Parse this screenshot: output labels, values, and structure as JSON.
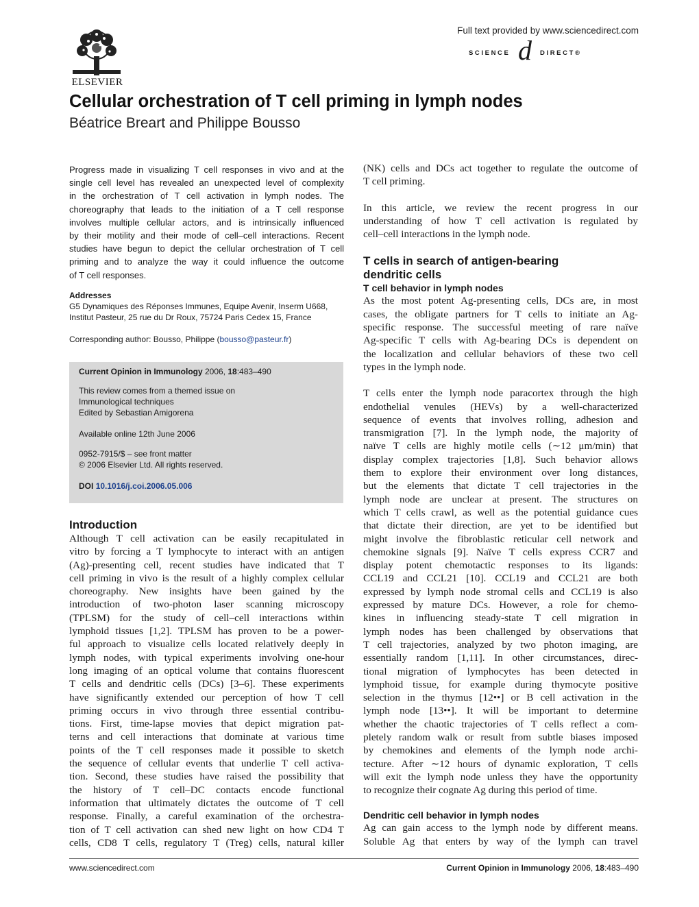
{
  "header": {
    "publisher": "ELSEVIER",
    "fulltext_note": "Full text provided by www.sciencedirect.com",
    "sd_logo_left": "SCIENCE",
    "sd_logo_at": "d",
    "sd_logo_right": "DIRECT®"
  },
  "article": {
    "title": "Cellular orchestration of T cell priming in lymph nodes",
    "authors": "Béatrice Breart and Philippe Bousso"
  },
  "abstract_lines": [
    "Progress made in visualizing T cell responses in vivo and at the",
    "single cell level has revealed an unexpected level of complexity",
    "in the orchestration of T cell activation in lymph nodes. The",
    "choreography that leads to the initiation of a T cell response",
    "involves multiple cellular actors, and is intrinsically influenced",
    "by their motility and their mode of cell–cell interactions. Recent",
    "studies have begun to depict the cellular orchestration of T cell",
    "priming and to analyze the way it could influence the outcome",
    "of T cell responses."
  ],
  "addresses": {
    "heading": "Addresses",
    "line1": "G5 Dynamiques des Réponses Immunes, Equipe Avenir, Inserm U668,",
    "line2": "Institut Pasteur, 25 rue du Dr Roux, 75724 Paris Cedex 15, France",
    "corresponding_prefix": "Corresponding author: Bousso, Philippe (",
    "email": "bousso@pasteur.fr",
    "corresponding_suffix": ")"
  },
  "infobox": {
    "journal": "Current Opinion in Immunology",
    "citation": " 2006, ",
    "volume": "18",
    "pages": ":483–490",
    "review_line1": "This review comes from a themed issue on",
    "review_line2": "Immunological techniques",
    "review_line3": "Edited by Sebastian Amigorena",
    "available": "Available online 12th June 2006",
    "issn": "0952-7915/$ – see front matter",
    "copyright": "© 2006 Elsevier Ltd. All rights reserved.",
    "doi_label": "DOI",
    "doi": "10.1016/j.coi.2006.05.006"
  },
  "intro": {
    "heading": "Introduction",
    "lines": [
      "Although T cell activation can be easily recapitulated in",
      "vitro by forcing a T lymphocyte to interact with an antigen",
      "(Ag)-presenting cell, recent studies have indicated that T",
      "cell priming in vivo is the result of a highly complex cellular",
      "choreography. New insights have been gained by the",
      "introduction of two-photon laser scanning microscopy",
      "(TPLSM) for the study of cell–cell interactions within",
      "lymphoid tissues [1,2]. TPLSM has proven to be a power-",
      "ful approach to visualize cells located relatively deeply in",
      "lymph nodes, with typical experiments involving one-hour",
      "long imaging of an optical volume that contains fluorescent",
      "T cells and dendritic cells (DCs) [3–6]. These experiments",
      "have significantly extended our perception of how T cell",
      "priming occurs in vivo through three essential contribu-",
      "tions. First, time-lapse movies that depict migration pat-",
      "terns and cell interactions that dominate at various time",
      "points of the T cell responses made it possible to sketch",
      "the sequence of cellular events that underlie T cell activa-",
      "tion. Second, these studies have raised the possibility that",
      "the history of T cell–DC contacts encode functional",
      "information that ultimately dictates the outcome of T cell",
      "response. Finally, a careful examination of the orchestra-",
      "tion of T cell activation can shed new light on how CD4 T",
      "cells, CD8 T cells, regulatory T (Treg) cells, natural killer"
    ]
  },
  "right_top": {
    "lines_a": [
      "(NK) cells and DCs act together to regulate the outcome of",
      "T cell priming."
    ],
    "lines_b": [
      "In this article, we review the recent progress in our",
      "understanding of how T cell activation is regulated by",
      "cell–cell interactions in the lymph node."
    ]
  },
  "section_t_cells": {
    "heading_line1": "T cells in search of antigen-bearing",
    "heading_line2": "dendritic cells",
    "subheading": "T cell behavior in lymph nodes",
    "para1": [
      "As the most potent Ag-presenting cells, DCs are, in most",
      "cases, the obligate partners for T cells to initiate an Ag-",
      "specific response. The successful meeting of rare naïve",
      "Ag-specific T cells with Ag-bearing DCs is dependent on",
      "the localization and cellular behaviors of these two cell",
      "types in the lymph node."
    ],
    "para2": [
      "T cells enter the lymph node paracortex through the high",
      "endothelial venules (HEVs) by a well-characterized",
      "sequence of events that involves rolling, adhesion and",
      "transmigration [7]. In the lymph node, the majority of",
      "naïve T cells are highly motile cells (∼12 μm/min) that",
      "display complex trajectories [1,8]. Such behavior allows",
      "them to explore their environment over long distances,",
      "but the elements that dictate T cell trajectories in the",
      "lymph node are unclear at present. The structures on",
      "which T cells crawl, as well as the potential guidance cues",
      "that dictate their direction, are yet to be identified but",
      "might involve the fibroblastic reticular cell network and",
      "chemokine signals [9]. Naïve T cells express CCR7 and",
      "display potent chemotactic responses to its ligands:",
      "CCL19 and CCL21 [10]. CCL19 and CCL21 are both",
      "expressed by lymph node stromal cells and CCL19 is also",
      "expressed by mature DCs. However, a role for chemo-",
      "kines in influencing steady-state T cell migration in",
      "lymph nodes has been challenged by observations that",
      "T cell trajectories, analyzed by two photon imaging, are",
      "essentially random [1,11]. In other circumstances, direc-",
      "tional migration of lymphocytes has been detected in",
      "lymphoid tissue, for example during thymocyte positive",
      "selection in the thymus [12••] or B cell activation in the",
      "lymph node [13••]. It will be important to determine",
      "whether the chaotic trajectories of T cells reflect a com-",
      "pletely random walk or result from subtle biases imposed",
      "by chemokines and elements of the lymph node archi-",
      "tecture. After ∼12 hours of dynamic exploration, T cells",
      "will exit the lymph node unless they have the opportunity",
      "to recognize their cognate Ag during this period of time."
    ],
    "subheading2": "Dendritic cell behavior in lymph nodes",
    "para3": [
      "Ag can gain access to the lymph node by different means.",
      "Soluble Ag that enters by way of the lymph can travel"
    ]
  },
  "footer": {
    "left": "www.sciencedirect.com",
    "journal": "Current Opinion in Immunology",
    "year": " 2006, ",
    "volume": "18",
    "pages": ":483–490"
  }
}
